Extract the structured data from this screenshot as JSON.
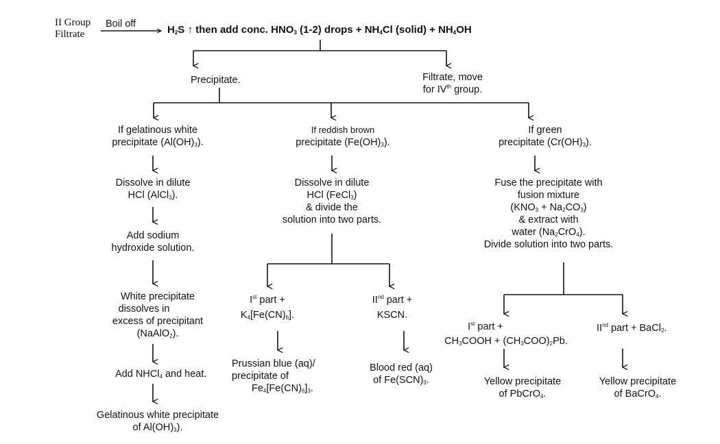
{
  "header": {
    "ii_group": "II Group",
    "filtrate": "Filtrate",
    "boiloff": "Boil off",
    "h2s_a": "H",
    "h2s_sub": "2",
    "h2s_b": "S ↑  then add conc. HNO",
    "hno3_sub": "3",
    "hno3_b": " (1-2) drops + NH",
    "nh4_sub": "4",
    "nh4_b": "Cl (solid) + NH",
    "nh4oh_sub": "4",
    "nh4oh_b": "OH"
  },
  "level1": {
    "precipitate": "Precipitate.",
    "filtrate_l1": "Filtrate, move",
    "filtrate_l2a": "for IV",
    "filtrate_sup": "th",
    "filtrate_l2b": " group."
  },
  "al": {
    "l1": "If gelatinous white",
    "l2a": "precipitate (Al(OH)",
    "l2sub": "3",
    "l2b": ").",
    "d1": "Dissolve in dilute",
    "d2a": "HCl (AlCl",
    "d2sub": "3",
    "d2b": ").",
    "n1": "Add sodium",
    "n2": "hydroxide solution.",
    "w1": "White precipitate",
    "w2": "dissolves in",
    "w3": "excess of precipitant",
    "w4a": "(NaAlO",
    "w4sub": "2",
    "w4b": ").",
    "h1a": "Add NHCl",
    "h1sub": "4",
    "h1b": " and heat.",
    "g1": "Gelatinous white precipitate",
    "g2a": "of Al(OH)",
    "g2sub": "3",
    "g2b": ")."
  },
  "fe": {
    "l1": "If reddish brown",
    "l2a": "precipitate (Fe(OH)",
    "l2sub": "3",
    "l2b": ").",
    "d1": "Dissolve in dilute",
    "d2a": "HCl (FeCl",
    "d2sub": "3",
    "d2b": ")",
    "d3": "& divide the",
    "d4": "solution into two parts.",
    "p1a": "I",
    "p1sup": "st",
    "p1b": " part +",
    "p2a": "K",
    "p2sub1": "4",
    "p2b": "[Fe(CN)",
    "p2sub2": "6",
    "p2c": "].",
    "q1a": "II",
    "q1sup": "nd",
    "q1b": " part +",
    "q2": "KSCN.",
    "r1": "Prussian blue (aq)/",
    "r2": "precipitate of",
    "r3a": "Fe",
    "r3sub1": "4",
    "r3b": "[Fe(CN)",
    "r3sub2": "6",
    "r3c": "]",
    "r3sub3": "3",
    "r3d": ".",
    "s1": "Blood red (aq)",
    "s2a": "of Fe(SCN)",
    "s2sub": "3",
    "s2b": "."
  },
  "cr": {
    "l1": "If green",
    "l2a": "precipitate (Cr(OH)",
    "l2sub": "3",
    "l2b": ").",
    "f1": "Fuse the precipitate with",
    "f2": "fusion mixture",
    "f3a": "(KNO",
    "f3sub1": "3",
    "f3b": " + Na",
    "f3sub2": "2",
    "f3c": "CO",
    "f3sub3": "3",
    "f3d": ")",
    "f4": "& extract with",
    "f5a": "water (Na",
    "f5sub1": "2",
    "f5b": "CrO",
    "f5sub2": "4",
    "f5c": ").",
    "f6": "Divide solution into two parts.",
    "p1a": "I",
    "p1sup": "st",
    "p1b": " part +",
    "p2a": "CH",
    "p2sub1": "3",
    "p2b": "COOH + (CH",
    "p2sub2": "3",
    "p2c": "COO)",
    "p2sub3": "2",
    "p2d": "Pb.",
    "q1a": "II",
    "q1sup": "nd",
    "q1b": " part + BaCl",
    "q1sub": "2",
    "q1c": ".",
    "r1": "Yellow precipitate",
    "r2a": "of PbCrO",
    "r2sub": "4",
    "r2b": ".",
    "s1": "Yellow precipitate",
    "s2a": "of BaCrO",
    "s2sub": "4",
    "s2b": "."
  }
}
